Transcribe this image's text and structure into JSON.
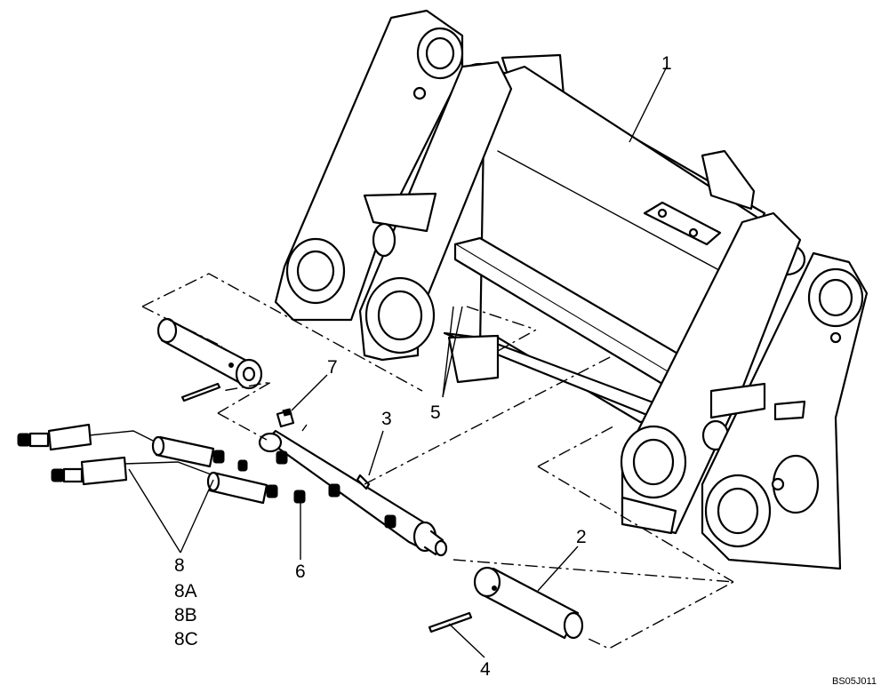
{
  "callouts": {
    "c1": "1",
    "c2": "2",
    "c3": "3",
    "c4": "4",
    "c5": "5",
    "c6": "6",
    "c7": "7",
    "c8": "8",
    "c8a": "8A",
    "c8b": "8B",
    "c8c": "8C"
  },
  "drawing_code": "BS05J011"
}
